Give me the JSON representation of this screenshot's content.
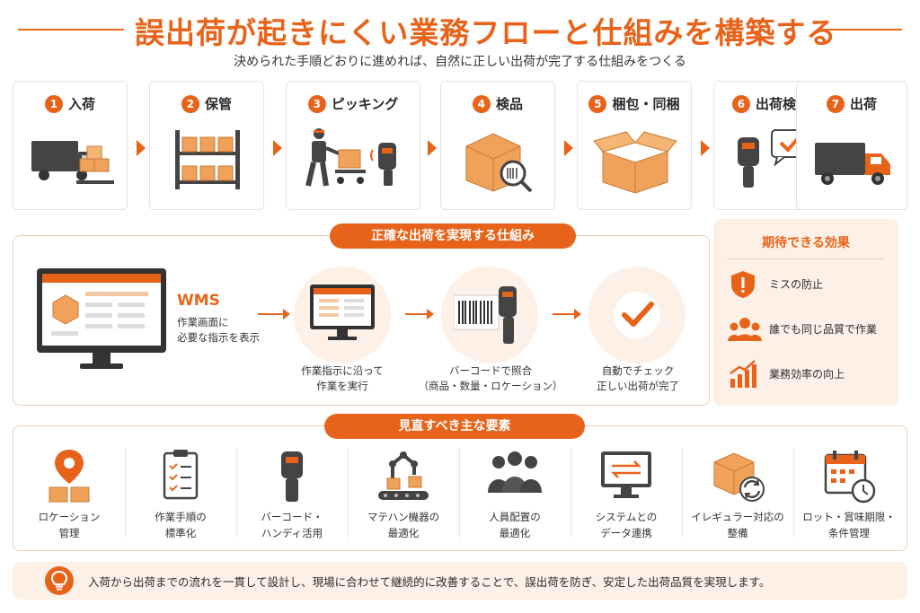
{
  "title": "誤出荷が起きにくい業務フローと仕組みを構築する",
  "subtitle": "決められた手順どおりに進めれば、自然に正しい出荷が完了する仕組みをつくる",
  "steps": [
    {
      "num": "1",
      "label": "入荷",
      "icon": "truck-with-boxes-icon"
    },
    {
      "num": "2",
      "label": "保管",
      "icon": "warehouse-shelf-icon"
    },
    {
      "num": "3",
      "label": "ピッキング",
      "icon": "worker-cart-scanner-icon"
    },
    {
      "num": "4",
      "label": "検品",
      "icon": "box-barcode-magnifier-icon"
    },
    {
      "num": "5",
      "label": "梱包・同梱",
      "icon": "open-box-icon"
    },
    {
      "num": "6",
      "label": "出荷検品",
      "icon": "scanner-check-icon"
    },
    {
      "num": "7",
      "label": "出荷",
      "icon": "delivery-truck-icon"
    }
  ],
  "mechanism": {
    "title": "正確な出荷を実現する仕組み",
    "wms_label": "WMS",
    "wms_desc_1": "作業画面に",
    "wms_desc_2": "必要な指示を表示",
    "stage1_1": "作業指示に沿って",
    "stage1_2": "作業を実行",
    "stage2_1": "バーコードで照合",
    "stage2_2": "（商品・数量・ロケーション）",
    "stage3_1": "自動でチェック",
    "stage3_2": "正しい出荷が完了"
  },
  "effects": {
    "title": "期待できる効果",
    "items": [
      {
        "label": "ミスの防止",
        "icon": "shield-alert-icon"
      },
      {
        "label": "誰でも同じ品質で作業",
        "icon": "people-group-icon"
      },
      {
        "label": "業務効率の向上",
        "icon": "growth-chart-icon"
      }
    ]
  },
  "elements": {
    "title": "見直すべき主な要素",
    "items": [
      {
        "line1": "ロケーション",
        "line2": "管理",
        "icon": "location-pin-boxes-icon"
      },
      {
        "line1": "作業手順の",
        "line2": "標準化",
        "icon": "checklist-clipboard-icon"
      },
      {
        "line1": "バーコード・",
        "line2": "ハンディ活用",
        "icon": "barcode-scanner-icon"
      },
      {
        "line1": "マテハン機器の",
        "line2": "最適化",
        "icon": "conveyor-robot-icon"
      },
      {
        "line1": "人員配置の",
        "line2": "最適化",
        "icon": "staff-group-icon"
      },
      {
        "line1": "システムとの",
        "line2": "データ連携",
        "icon": "monitor-sync-icon"
      },
      {
        "line1": "イレギュラー対応の",
        "line2": "整備",
        "icon": "box-refresh-icon"
      },
      {
        "line1": "ロット・賞味期限・",
        "line2": "条件管理",
        "icon": "calendar-clock-icon"
      }
    ]
  },
  "footer": {
    "text": "入荷から出荷までの流れを一貫して設計し、現場に合わせて継続的に改善することで、誤出荷を防ぎ、安定した出荷品質を実現します。",
    "icon": "lightbulb-icon"
  },
  "colors": {
    "accent": "#e8631a",
    "box": "#f0a25a",
    "dark": "#3d3d3d",
    "panel": "#fdf1e7"
  }
}
